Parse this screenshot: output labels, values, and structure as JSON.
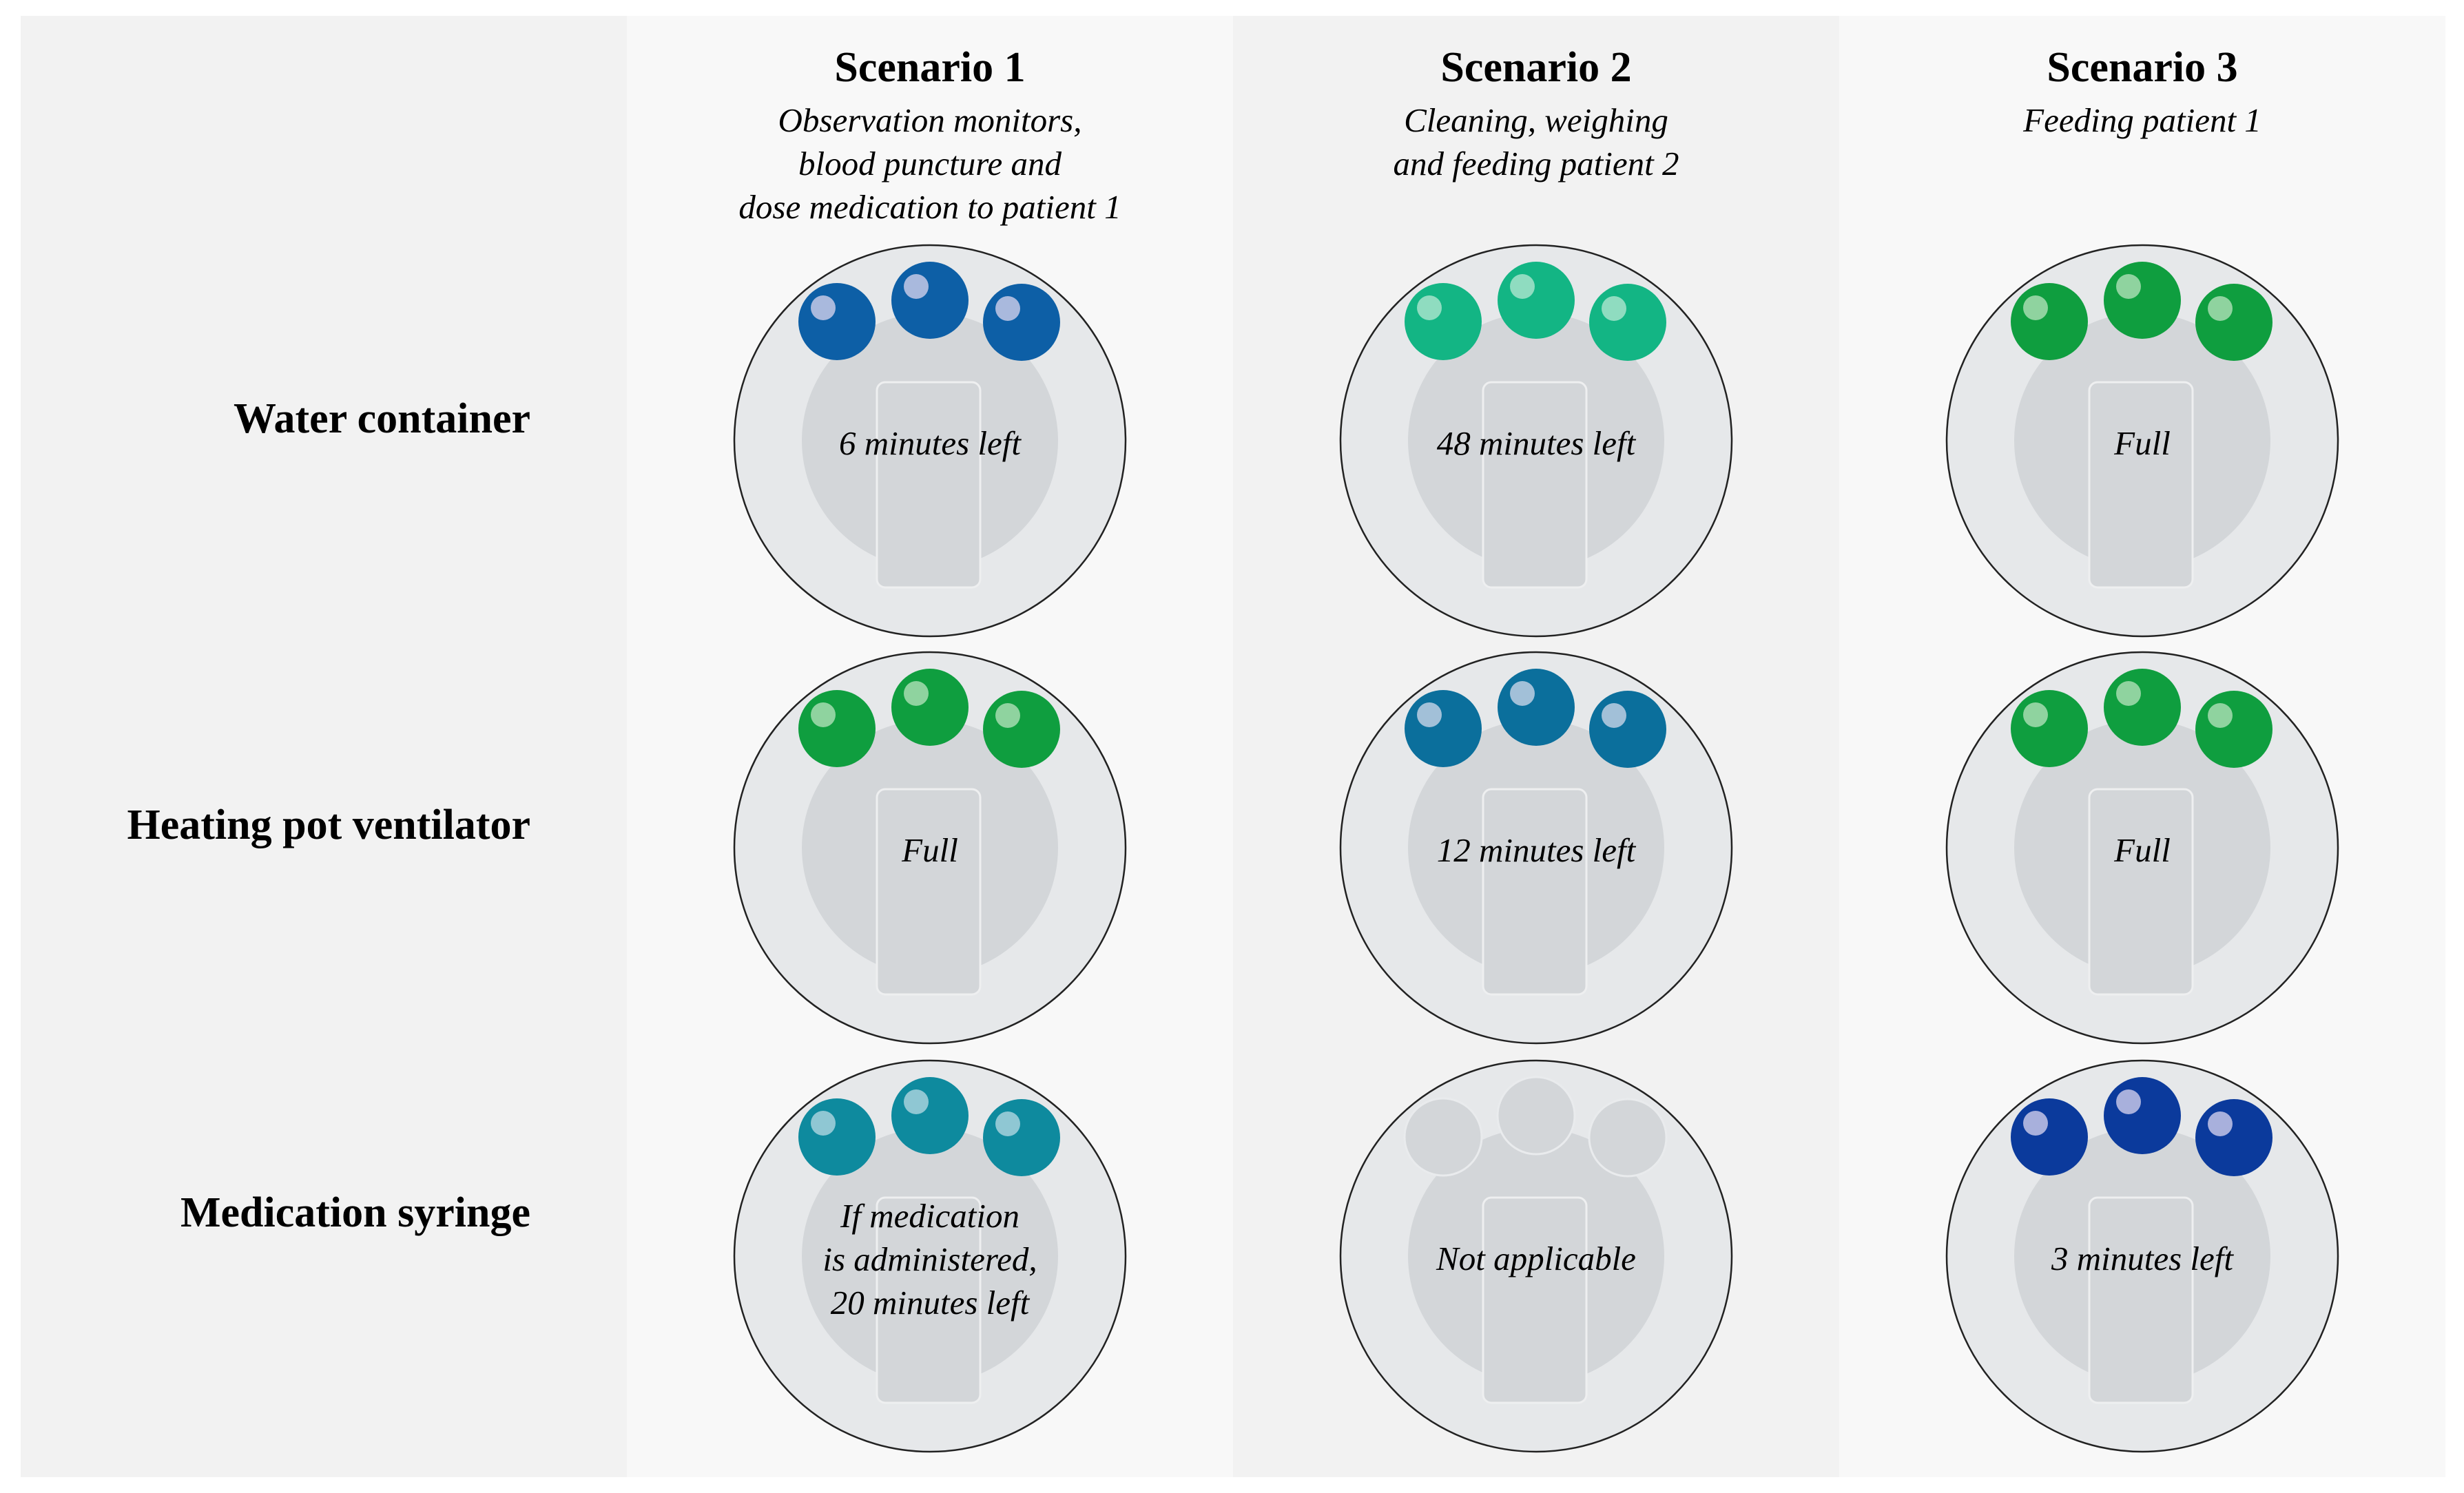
{
  "row_labels": [
    "Water container",
    "Heating pot ventilator",
    "Medication syringe"
  ],
  "scenarios": [
    {
      "title": "Scenario 1",
      "description": "Observation monitors,\nblood puncture and\ndose medication to patient 1",
      "cells": [
        {
          "text": "6 minutes left",
          "color": "#0d5fa6",
          "highlight": "#a9b9dd"
        },
        {
          "text": "Full",
          "color": "#0f9e3f",
          "highlight": "#8fd39f"
        },
        {
          "text": "If medication\nis administered,\n20 minutes left",
          "color": "#0e8a9e",
          "highlight": "#8fc7d3"
        }
      ]
    },
    {
      "title": "Scenario 2",
      "description": "Cleaning, weighing\nand feeding patient 2",
      "cells": [
        {
          "text": "48 minutes left",
          "color": "#13b584",
          "highlight": "#8fdcc0"
        },
        {
          "text": "12 minutes left",
          "color": "#0b6f9c",
          "highlight": "#a2c0d8"
        },
        {
          "text": "Not applicable",
          "color": "#d3d6d9",
          "highlight": "#d3d6d9"
        }
      ]
    },
    {
      "title": "Scenario 3",
      "description": "Feeding patient 1",
      "cells": [
        {
          "text": "Full",
          "color": "#0f9e3f",
          "highlight": "#8fd39f"
        },
        {
          "text": "Full",
          "color": "#0f9e3f",
          "highlight": "#8fd39f"
        },
        {
          "text": "3 minutes left",
          "color": "#0b3a9c",
          "highlight": "#a8b0dc"
        }
      ]
    }
  ]
}
